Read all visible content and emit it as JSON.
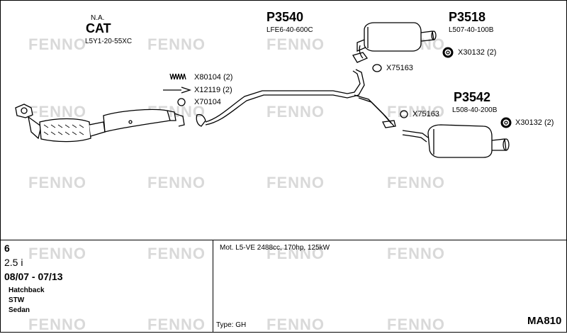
{
  "watermark": "FENNO",
  "parts": {
    "cat": {
      "prefix": "N.A.",
      "name": "CAT",
      "code": "L5Y1-20-55XC"
    },
    "p3540": {
      "name": "P3540",
      "code": "LFE6-40-600C"
    },
    "p3518": {
      "name": "P3518",
      "code": "L507-40-100B"
    },
    "p3542": {
      "name": "P3542",
      "code": "L508-40-200B"
    }
  },
  "accessories": {
    "x80104": "X80104 (2)",
    "x12119": "X12119 (2)",
    "x70104": "X70104",
    "x75163_top": "X75163",
    "x75163_mid": "X75163",
    "x30132_top": "X30132 (2)",
    "x30132_mid": "X30132 (2)"
  },
  "vehicle": {
    "model_num": "6",
    "engine": "2.5 i",
    "years": "08/07 - 07/13",
    "body_types": [
      "Hatchback",
      "STW",
      "Sedan"
    ]
  },
  "engine_info": "Mot. L5-VE 2488cc, 170hp, 125kW",
  "type_label": "Type:  GH",
  "diagram_code": "MA810"
}
